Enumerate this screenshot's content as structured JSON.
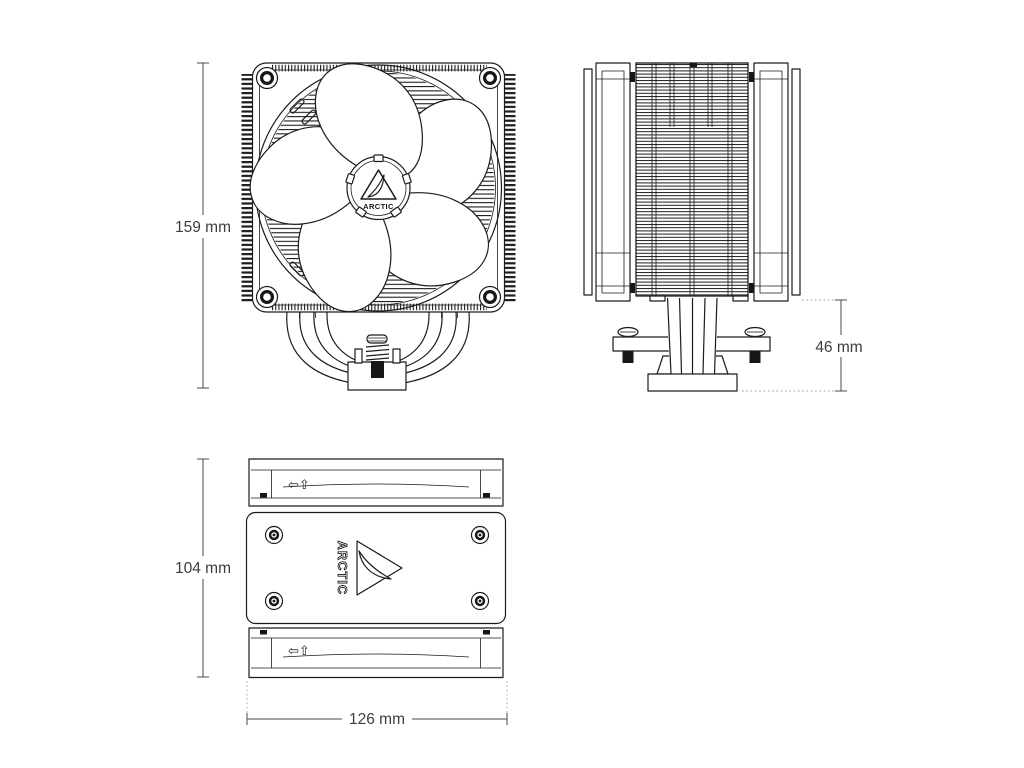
{
  "dimensions": {
    "cooler_height": {
      "label": "159 mm"
    },
    "under_heatsink_clearance": {
      "label": "46 mm"
    },
    "top_depth": {
      "label": "104 mm"
    },
    "top_width": {
      "label": "126 mm"
    }
  },
  "branding": {
    "logo_text": "ARCTIC"
  },
  "icons": {
    "airflow_direction_icon": "⇦⇧"
  },
  "colors": {
    "background": "#ffffff",
    "line_ink": "#1c1c1c",
    "dimension_text": "#3d3d3d",
    "leader_dotted": "#9c9c9c"
  }
}
